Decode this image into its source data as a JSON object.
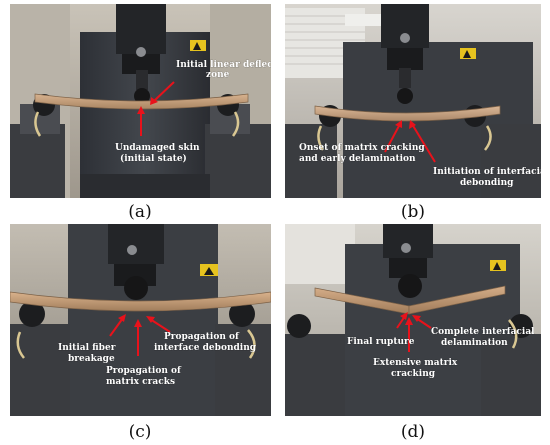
{
  "panels": [
    {
      "id": "a",
      "caption": "(a)",
      "annotations": [
        {
          "line1": "Initial linear deflection",
          "line2": "zone"
        },
        {
          "line1": "Undamaged skin",
          "line2": "(initial state)"
        }
      ]
    },
    {
      "id": "b",
      "caption": "(b)",
      "annotations": [
        {
          "line1": "Onset of matrix cracking",
          "line2": "and early delamination"
        },
        {
          "line1": "Initiation of interfacial",
          "line2": "debonding"
        }
      ]
    },
    {
      "id": "c",
      "caption": "(c)",
      "annotations": [
        {
          "line1": "Initial fiber",
          "line2": "breakage"
        },
        {
          "line1": "Propagation of",
          "line2": "matrix cracks"
        },
        {
          "line1": "Propagation of",
          "line2": "interface debonding"
        }
      ]
    },
    {
      "id": "d",
      "caption": "(d)",
      "annotations": [
        {
          "line1": "Final rupture",
          "line2": ""
        },
        {
          "line1": "Extensive matrix",
          "line2": "cracking"
        },
        {
          "line1": "Complete interfacial",
          "line2": "delamination"
        }
      ]
    }
  ],
  "colors": {
    "arrow": "#e8121b",
    "annotation_text": "#ffffff",
    "caption_text": "#111111"
  }
}
